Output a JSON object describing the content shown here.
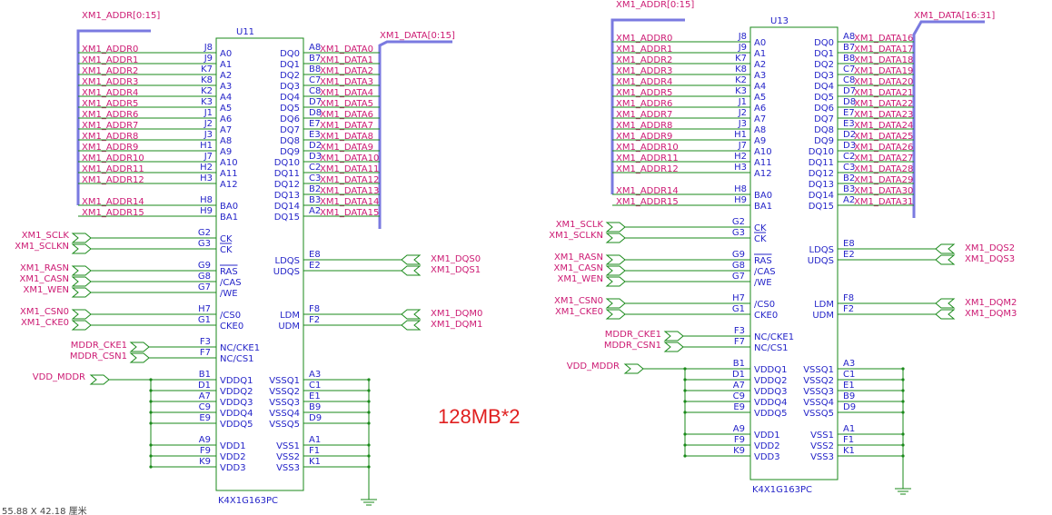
{
  "colors": {
    "wire": "#1a8a1a",
    "bus": "#7a7ae0",
    "pin_text": "#2424c8",
    "net_text": "#cc1a73",
    "note": "#e02020"
  },
  "note_label": "128MB*2",
  "status_text": "55.88 X 42.18 厘米",
  "chips": [
    {
      "refdes": "U11",
      "part": "K4X1G163PC",
      "addr_bus": "XM1_ADDR[0:15]",
      "data_bus": "XM1_DATA[0:15]",
      "left_pins": [
        {
          "name": "A0",
          "num": "J8",
          "net": "XM1_ADDR0"
        },
        {
          "name": "A1",
          "num": "J9",
          "net": "XM1_ADDR1"
        },
        {
          "name": "A2",
          "num": "K7",
          "net": "XM1_ADDR2"
        },
        {
          "name": "A3",
          "num": "K8",
          "net": "XM1_ADDR3"
        },
        {
          "name": "A4",
          "num": "K2",
          "net": "XM1_ADDR4"
        },
        {
          "name": "A5",
          "num": "K3",
          "net": "XM1_ADDR5"
        },
        {
          "name": "A6",
          "num": "J1",
          "net": "XM1_ADDR6"
        },
        {
          "name": "A7",
          "num": "J2",
          "net": "XM1_ADDR7"
        },
        {
          "name": "A8",
          "num": "J3",
          "net": "XM1_ADDR8"
        },
        {
          "name": "A9",
          "num": "H1",
          "net": "XM1_ADDR9"
        },
        {
          "name": "A10",
          "num": "J7",
          "net": "XM1_ADDR10"
        },
        {
          "name": "A11",
          "num": "H2",
          "net": "XM1_ADDR11"
        },
        {
          "name": "A12",
          "num": "H3",
          "net": "XM1_ADDR12"
        },
        {
          "name": "BA0",
          "num": "H8",
          "net": "XM1_ADDR14"
        },
        {
          "name": "BA1",
          "num": "H9",
          "net": "XM1_ADDR15"
        }
      ],
      "right_pins": [
        {
          "name": "DQ0",
          "num": "A8",
          "net": "XM1_DATA0"
        },
        {
          "name": "DQ1",
          "num": "B7",
          "net": "XM1_DATA1"
        },
        {
          "name": "DQ2",
          "num": "B8",
          "net": "XM1_DATA2"
        },
        {
          "name": "DQ3",
          "num": "C7",
          "net": "XM1_DATA3"
        },
        {
          "name": "DQ4",
          "num": "C8",
          "net": "XM1_DATA4"
        },
        {
          "name": "DQ5",
          "num": "D7",
          "net": "XM1_DATA5"
        },
        {
          "name": "DQ6",
          "num": "D8",
          "net": "XM1_DATA6"
        },
        {
          "name": "DQ7",
          "num": "E7",
          "net": "XM1_DATA7"
        },
        {
          "name": "DQ8",
          "num": "E3",
          "net": "XM1_DATA8"
        },
        {
          "name": "DQ9",
          "num": "D2",
          "net": "XM1_DATA9"
        },
        {
          "name": "DQ10",
          "num": "D3",
          "net": "XM1_DATA10"
        },
        {
          "name": "DQ11",
          "num": "C2",
          "net": "XM1_DATA11"
        },
        {
          "name": "DQ12",
          "num": "C3",
          "net": "XM1_DATA12"
        },
        {
          "name": "DQ13",
          "num": "B2",
          "net": "XM1_DATA13"
        },
        {
          "name": "DQ14",
          "num": "B3",
          "net": "XM1_DATA14"
        },
        {
          "name": "DQ15",
          "num": "A2",
          "net": "XM1_DATA15"
        }
      ],
      "clock": [
        {
          "name": "CK",
          "num": "G2",
          "net": "XM1_SCLK"
        },
        {
          "name": "CK",
          "num": "G3",
          "net": "XM1_SCLKN"
        }
      ],
      "cmd": [
        {
          "name": "RAS",
          "num": "G9",
          "net": "XM1_RASN"
        },
        {
          "name": "/CAS",
          "num": "G8",
          "net": "XM1_CASN"
        },
        {
          "name": "/WE",
          "num": "G7",
          "net": "XM1_WEN"
        }
      ],
      "cs": [
        {
          "name": "/CS0",
          "num": "H7",
          "net": "XM1_CSN0"
        },
        {
          "name": "CKE0",
          "num": "G1",
          "net": "XM1_CKE0"
        }
      ],
      "nc": [
        {
          "name": "NC/CKE1",
          "num": "F3",
          "net": "MDDR_CKE1"
        },
        {
          "name": "NC/CS1",
          "num": "F7",
          "net": "MDDR_CSN1"
        }
      ],
      "dqs": [
        {
          "name": "LDQS",
          "num": "E8",
          "net": "XM1_DQS0"
        },
        {
          "name": "UDQS",
          "num": "E2",
          "net": "XM1_DQS1"
        }
      ],
      "dm": [
        {
          "name": "LDM",
          "num": "F8",
          "net": "XM1_DQM0"
        },
        {
          "name": "UDM",
          "num": "F2",
          "net": "XM1_DQM1"
        }
      ],
      "vddq": [
        {
          "name": "VDDQ1",
          "num": "B1"
        },
        {
          "name": "VDDQ2",
          "num": "D1"
        },
        {
          "name": "VDDQ3",
          "num": "A7"
        },
        {
          "name": "VDDQ4",
          "num": "C9"
        },
        {
          "name": "VDDQ5",
          "num": "E9"
        }
      ],
      "vdd": [
        {
          "name": "VDD1",
          "num": "A9"
        },
        {
          "name": "VDD2",
          "num": "F9"
        },
        {
          "name": "VDD3",
          "num": "K9"
        }
      ],
      "vddnet": "VDD_MDDR",
      "vssq": [
        {
          "name": "VSSQ1",
          "num": "A3"
        },
        {
          "name": "VSSQ2",
          "num": "C1"
        },
        {
          "name": "VSSQ3",
          "num": "E1"
        },
        {
          "name": "VSSQ4",
          "num": "B9"
        },
        {
          "name": "VSSQ5",
          "num": "D9"
        }
      ],
      "vss": [
        {
          "name": "VSS1",
          "num": "A1"
        },
        {
          "name": "VSS2",
          "num": "F1"
        },
        {
          "name": "VSS3",
          "num": "K1"
        }
      ]
    },
    {
      "refdes": "U13",
      "part": "K4X1G163PC",
      "addr_bus": "XM1_ADDR[0:15]",
      "data_bus": "XM1_DATA[16:31]",
      "left_pins": [
        {
          "name": "A0",
          "num": "J8",
          "net": "XM1_ADDR0"
        },
        {
          "name": "A1",
          "num": "J9",
          "net": "XM1_ADDR1"
        },
        {
          "name": "A2",
          "num": "K7",
          "net": "XM1_ADDR2"
        },
        {
          "name": "A3",
          "num": "K8",
          "net": "XM1_ADDR3"
        },
        {
          "name": "A4",
          "num": "K2",
          "net": "XM1_ADDR4"
        },
        {
          "name": "A5",
          "num": "K3",
          "net": "XM1_ADDR5"
        },
        {
          "name": "A6",
          "num": "J1",
          "net": "XM1_ADDR6"
        },
        {
          "name": "A7",
          "num": "J2",
          "net": "XM1_ADDR7"
        },
        {
          "name": "A8",
          "num": "J3",
          "net": "XM1_ADDR8"
        },
        {
          "name": "A9",
          "num": "H1",
          "net": "XM1_ADDR9"
        },
        {
          "name": "A10",
          "num": "J7",
          "net": "XM1_ADDR10"
        },
        {
          "name": "A11",
          "num": "H2",
          "net": "XM1_ADDR11"
        },
        {
          "name": "A12",
          "num": "H3",
          "net": "XM1_ADDR12"
        },
        {
          "name": "BA0",
          "num": "H8",
          "net": "XM1_ADDR14"
        },
        {
          "name": "BA1",
          "num": "H9",
          "net": "XM1_ADDR15"
        }
      ],
      "right_pins": [
        {
          "name": "DQ0",
          "num": "A8",
          "net": "XM1_DATA16"
        },
        {
          "name": "DQ1",
          "num": "B7",
          "net": "XM1_DATA17"
        },
        {
          "name": "DQ2",
          "num": "B8",
          "net": "XM1_DATA18"
        },
        {
          "name": "DQ3",
          "num": "C7",
          "net": "XM1_DATA19"
        },
        {
          "name": "DQ4",
          "num": "C8",
          "net": "XM1_DATA20"
        },
        {
          "name": "DQ5",
          "num": "D7",
          "net": "XM1_DATA21"
        },
        {
          "name": "DQ6",
          "num": "D8",
          "net": "XM1_DATA22"
        },
        {
          "name": "DQ7",
          "num": "E7",
          "net": "XM1_DATA23"
        },
        {
          "name": "DQ8",
          "num": "E3",
          "net": "XM1_DATA24"
        },
        {
          "name": "DQ9",
          "num": "D2",
          "net": "XM1_DATA25"
        },
        {
          "name": "DQ10",
          "num": "D3",
          "net": "XM1_DATA26"
        },
        {
          "name": "DQ11",
          "num": "C2",
          "net": "XM1_DATA27"
        },
        {
          "name": "DQ12",
          "num": "C3",
          "net": "XM1_DATA28"
        },
        {
          "name": "DQ13",
          "num": "B2",
          "net": "XM1_DATA29"
        },
        {
          "name": "DQ14",
          "num": "B3",
          "net": "XM1_DATA30"
        },
        {
          "name": "DQ15",
          "num": "A2",
          "net": "XM1_DATA31"
        }
      ],
      "clock": [
        {
          "name": "CK",
          "num": "G2",
          "net": "XM1_SCLK"
        },
        {
          "name": "CK",
          "num": "G3",
          "net": "XM1_SCLKN"
        }
      ],
      "cmd": [
        {
          "name": "RAS",
          "num": "G9",
          "net": "XM1_RASN"
        },
        {
          "name": "/CAS",
          "num": "G8",
          "net": "XM1_CASN"
        },
        {
          "name": "/WE",
          "num": "G7",
          "net": "XM1_WEN"
        }
      ],
      "cs": [
        {
          "name": "/CS0",
          "num": "H7",
          "net": "XM1_CSN0"
        },
        {
          "name": "CKE0",
          "num": "G1",
          "net": "XM1_CKE0"
        }
      ],
      "nc": [
        {
          "name": "NC/CKE1",
          "num": "F3",
          "net": "MDDR_CKE1"
        },
        {
          "name": "NC/CS1",
          "num": "F7",
          "net": "MDDR_CSN1"
        }
      ],
      "dqs": [
        {
          "name": "LDQS",
          "num": "E8",
          "net": "XM1_DQS2"
        },
        {
          "name": "UDQS",
          "num": "E2",
          "net": "XM1_DQS3"
        }
      ],
      "dm": [
        {
          "name": "LDM",
          "num": "F8",
          "net": "XM1_DQM2"
        },
        {
          "name": "UDM",
          "num": "F2",
          "net": "XM1_DQM3"
        }
      ],
      "vddq": [
        {
          "name": "VDDQ1",
          "num": "B1"
        },
        {
          "name": "VDDQ2",
          "num": "D1"
        },
        {
          "name": "VDDQ3",
          "num": "A7"
        },
        {
          "name": "VDDQ4",
          "num": "C9"
        },
        {
          "name": "VDDQ5",
          "num": "E9"
        }
      ],
      "vdd": [
        {
          "name": "VDD1",
          "num": "A9"
        },
        {
          "name": "VDD2",
          "num": "F9"
        },
        {
          "name": "VDD3",
          "num": "K9"
        }
      ],
      "vddnet": "VDD_MDDR",
      "vssq": [
        {
          "name": "VSSQ1",
          "num": "A3"
        },
        {
          "name": "VSSQ2",
          "num": "C1"
        },
        {
          "name": "VSSQ3",
          "num": "E1"
        },
        {
          "name": "VSSQ4",
          "num": "B9"
        },
        {
          "name": "VSSQ5",
          "num": "D9"
        }
      ],
      "vss": [
        {
          "name": "VSS1",
          "num": "A1"
        },
        {
          "name": "VSS2",
          "num": "F1"
        },
        {
          "name": "VSS3",
          "num": "K1"
        }
      ]
    }
  ]
}
